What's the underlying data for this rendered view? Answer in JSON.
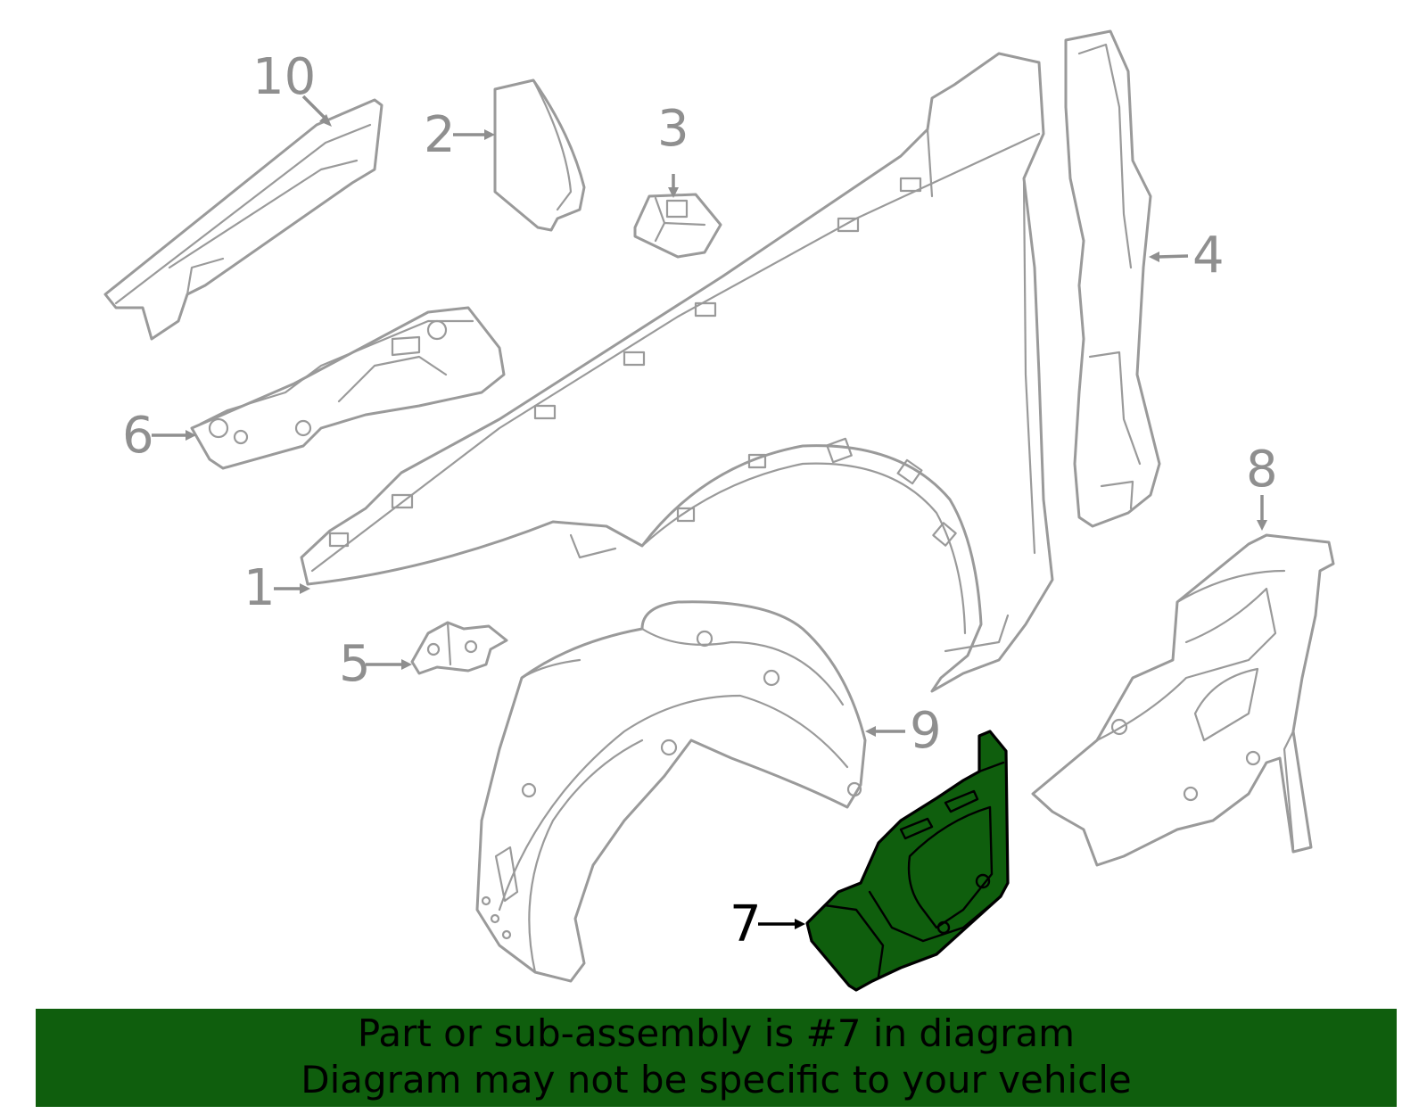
{
  "diagram": {
    "highlighted_part": "7",
    "callouts": [
      "1",
      "2",
      "3",
      "4",
      "5",
      "6",
      "7",
      "8",
      "9",
      "10"
    ]
  },
  "banner": {
    "line1": "Part or sub-assembly is #7 in diagram",
    "line2": "Diagram may not be specific to your vehicle"
  },
  "colors": {
    "highlight": "#0f5e0d",
    "outline": "#9a9a9a",
    "banner_bg": "#0f5e0d"
  }
}
